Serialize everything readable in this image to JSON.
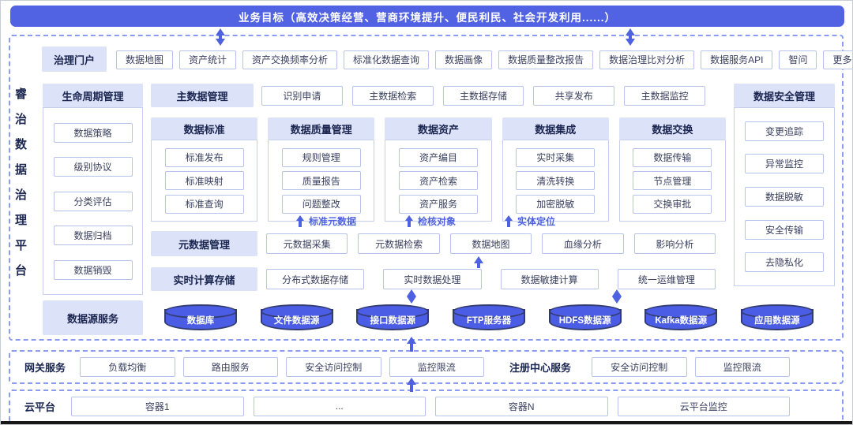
{
  "banner": {
    "text": "业务目标（高效决策经营、营商环境提升、便民利民、社会开发利用......）"
  },
  "platform_title": "睿治数据治理平台",
  "portal": {
    "title": "治理门户",
    "items": [
      "数据地图",
      "资产统计",
      "资产交换频率分析",
      "标准化数据查询",
      "数据画像",
      "数据质量整改报告",
      "数据治理比对分析",
      "数据服务API",
      "智问",
      "更多应用"
    ]
  },
  "lifecycle": {
    "title": "生命周期管理",
    "items": [
      "数据策略",
      "级别协议",
      "分类评估",
      "数据归档",
      "数据销毁"
    ]
  },
  "security": {
    "title": "数据安全管理",
    "items": [
      "变更追踪",
      "异常监控",
      "数据脱敏",
      "安全传输",
      "去隐私化"
    ]
  },
  "master_data": {
    "title": "主数据管理",
    "items": [
      "识别申请",
      "主数据检索",
      "主数据存储",
      "共享发布",
      "主数据监控"
    ]
  },
  "modules": [
    {
      "title": "数据标准",
      "items": [
        "标准发布",
        "标准映射",
        "标准查询"
      ]
    },
    {
      "title": "数据质量管理",
      "items": [
        "规则管理",
        "质量报告",
        "问题整改"
      ]
    },
    {
      "title": "数据资产",
      "items": [
        "资产编目",
        "资产检索",
        "资产服务"
      ]
    },
    {
      "title": "数据集成",
      "items": [
        "实时采集",
        "清洗转换",
        "加密脱敏"
      ]
    },
    {
      "title": "数据交换",
      "items": [
        "数据传输",
        "节点管理",
        "交换审批"
      ]
    }
  ],
  "flow_labels": [
    "标准元数据",
    "检核对象",
    "实体定位"
  ],
  "metadata": {
    "title": "元数据管理",
    "items": [
      "元数据采集",
      "元数据检索",
      "数据地图",
      "血缘分析",
      "影响分析"
    ]
  },
  "realtime": {
    "title": "实时计算存储",
    "items": [
      "分布式数据存储",
      "实时数据处理",
      "数据敏捷计算",
      "统一运维管理"
    ]
  },
  "datasource": {
    "title": "数据源服务",
    "items": [
      "数据库",
      "文件数据源",
      "接口数据源",
      "FTP服务器",
      "HDFS数据源",
      "Kafka数据源",
      "应用数据源"
    ]
  },
  "gateway": {
    "title": "网关服务",
    "items": [
      "负载均衡",
      "路由服务",
      "安全访问控制",
      "监控限流"
    ],
    "registry_title": "注册中心服务",
    "registry_items": [
      "安全访问控制",
      "监控限流"
    ]
  },
  "cloud": {
    "title": "云平台",
    "items": [
      "容器1",
      "...",
      "容器N",
      "云平台监控"
    ]
  },
  "colors": {
    "primary_blue": "#4d61e1",
    "banner_blue": "#5163e2",
    "header_bg": "#dce2f8",
    "box_border": "#b6c3ea",
    "dashed_border": "#8a9bf0",
    "cylinder_fill": "#4a5de4",
    "cylinder_stroke": "#333c6e",
    "title_text": "#1a2550"
  }
}
